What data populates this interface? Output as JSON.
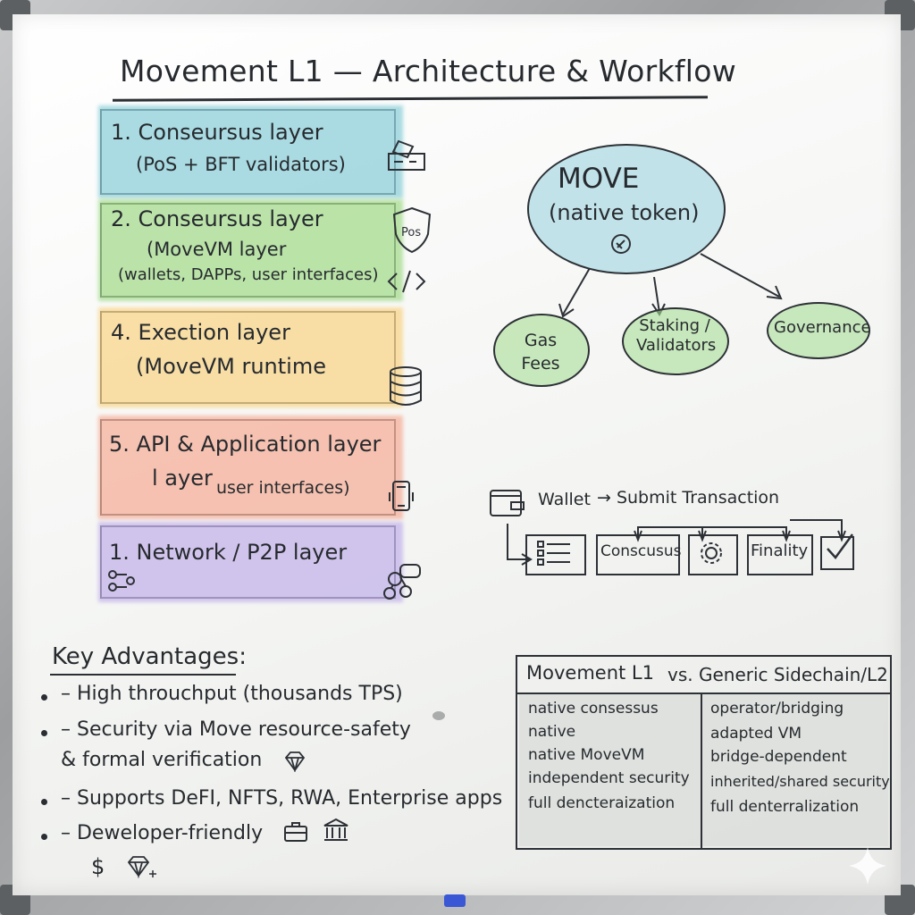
{
  "title": "Movement L1 — Architecture & Workflow",
  "layers": [
    {
      "title": "1. Conseursus layer",
      "sub1": "(PoS + BFT validators)",
      "sub2": "",
      "color": "#8fd0da"
    },
    {
      "title": "2. Conseursus layer",
      "sub1": "(MoveVM layer",
      "sub2": "(wallets, DAPPs, user interfaces)",
      "color": "#a6dc8e"
    },
    {
      "title": "4. Exection layer",
      "sub1": "(MoveVM runtime",
      "sub2": "",
      "color": "#f9d58a"
    },
    {
      "title": "5. API & Application layer",
      "sub1": "l ayer",
      "sub2": "user interfaces)",
      "color": "#f6b09a"
    },
    {
      "title": "1. Network / P2P layer",
      "sub1": "",
      "sub2": "",
      "color": "#c4b4ea"
    }
  ],
  "layer_icons": {
    "pos_label": "Pos"
  },
  "token": {
    "name": "MOVE",
    "subtitle": "(native token)",
    "uses": [
      "Gas Fees",
      "Staking / Validators",
      "Governance"
    ]
  },
  "workflow": {
    "wallet": "Wallet",
    "submit": "→ Submit Transaction",
    "steps": [
      "Conscusus",
      "Finality"
    ]
  },
  "advantages": {
    "heading": "Key Advantages:",
    "items": [
      "– High throuchput (thousands TPS)",
      "– Security via Move resource-safety",
      "& formal verification",
      "– Supports DeFI, NFTS, RWA, Enterprise apps",
      "– Deweloper-friendly"
    ],
    "dollar": "$"
  },
  "comparison": {
    "left_header": "Movement L1",
    "right_header": "vs. Generic Sidechain/L2",
    "left": [
      "native consessus",
      "native",
      "native MoveVM",
      "independent security",
      "full dencteraization"
    ],
    "right": [
      "operator/bridging",
      "adapted VM",
      "bridge-dependent",
      "inherited/shared security",
      "full denterralization"
    ]
  }
}
